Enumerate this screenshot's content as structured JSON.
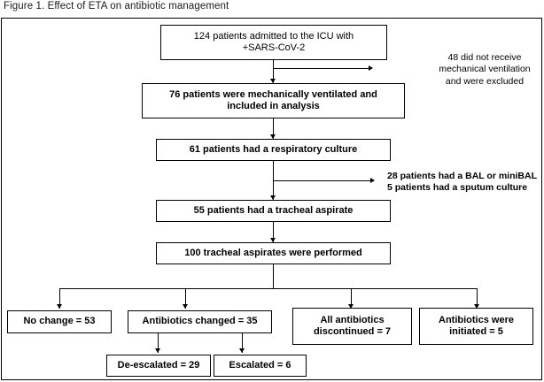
{
  "figure": {
    "caption": "Figure 1. Effect of ETA on antibiotic management"
  },
  "flow": {
    "nodes": [
      {
        "id": "admitted",
        "line1": "124 patients admitted to the ICU with",
        "line2": "+SARS-CoV-2"
      },
      {
        "id": "ventilated",
        "line1": "76 patients were mechanically ventilated and",
        "line2": "included in analysis"
      },
      {
        "id": "respiratory-culture",
        "line1": "61 patients had a respiratory culture"
      },
      {
        "id": "tracheal-aspirate",
        "line1": "55 patients had a tracheal aspirate"
      },
      {
        "id": "aspirates-performed",
        "line1": "100 tracheal aspirates were performed"
      }
    ],
    "outcomes": [
      {
        "id": "no-change",
        "line1": "No change = 53"
      },
      {
        "id": "antibiotics-changed",
        "line1": "Antibiotics changed = 35"
      },
      {
        "id": "all-discontinued",
        "line1": "All antibiotics",
        "line2": "discontinued = 7"
      },
      {
        "id": "antibiotics-initiated",
        "line1": "Antibiotics were",
        "line2": "initiated = 5"
      }
    ],
    "sub_outcomes": [
      {
        "id": "de-escalated",
        "line1": "De-escalated = 29"
      },
      {
        "id": "escalated",
        "line1": "Escalated = 6"
      }
    ],
    "side_notes": [
      {
        "id": "excluded-note",
        "line1": "48  did not receive",
        "line2": "mechanical ventilation",
        "line3": "and were excluded"
      },
      {
        "id": "other-cultures-note",
        "line1": "28 patients had a BAL or miniBAL",
        "line2": "5 patients had a sputum culture"
      }
    ]
  },
  "colors": {
    "line": "#000000",
    "box_border": "#000000",
    "background": "#ffffff",
    "text": "#000000"
  }
}
